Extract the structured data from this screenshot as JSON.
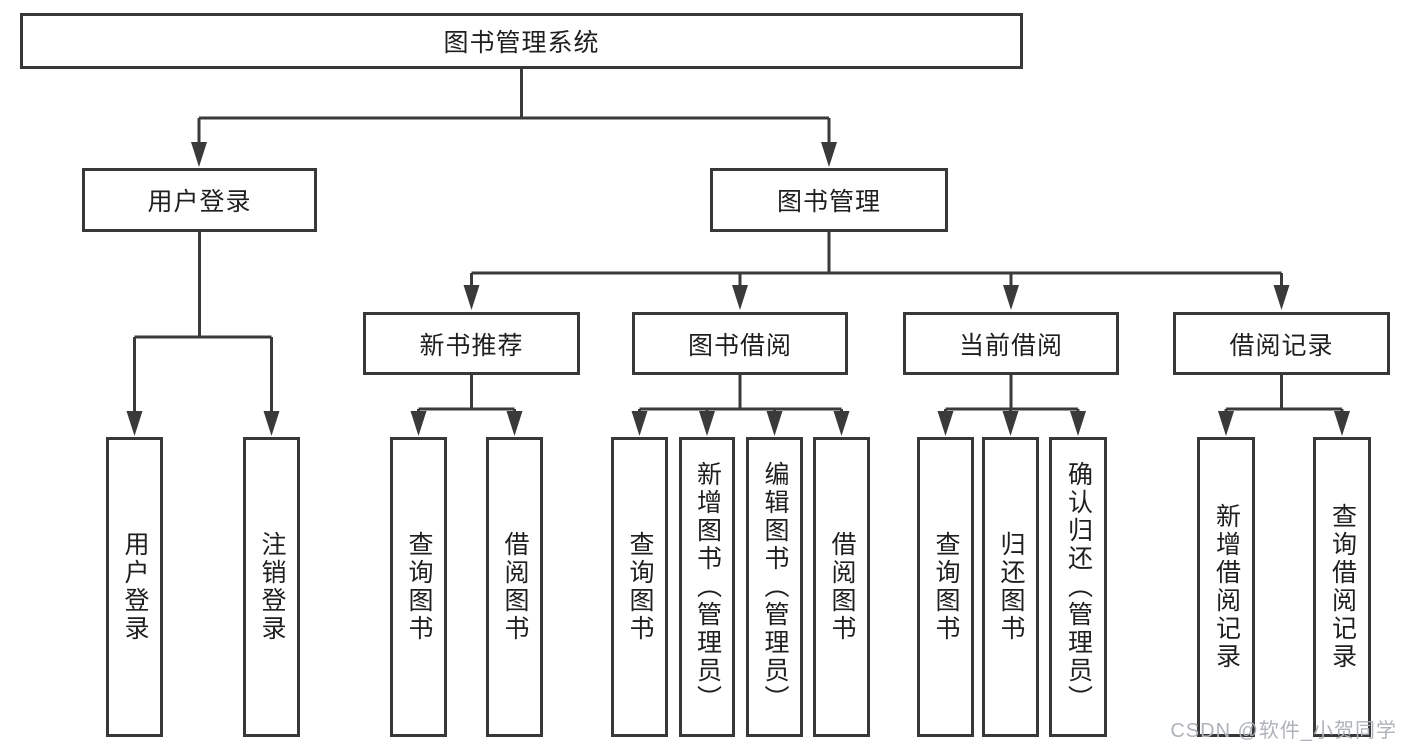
{
  "diagram": {
    "root": {
      "label": "图书管理系统"
    },
    "children": [
      {
        "label": "用户登录",
        "children": [
          {
            "label": "用户登录"
          },
          {
            "label": "注销登录"
          }
        ]
      },
      {
        "label": "图书管理",
        "children": [
          {
            "label": "新书推荐",
            "children": [
              {
                "label": "查询图书"
              },
              {
                "label": "借阅图书"
              }
            ]
          },
          {
            "label": "图书借阅",
            "children": [
              {
                "label": "查询图书"
              },
              {
                "label": "新增图书（管理员）"
              },
              {
                "label": "编辑图书（管理员）"
              },
              {
                "label": "借阅图书"
              }
            ]
          },
          {
            "label": "当前借阅",
            "children": [
              {
                "label": "查询图书"
              },
              {
                "label": "归还图书"
              },
              {
                "label": "确认归还（管理员）"
              }
            ]
          },
          {
            "label": "借阅记录",
            "children": [
              {
                "label": "新增借阅记录"
              },
              {
                "label": "查询借阅记录"
              }
            ]
          }
        ]
      }
    ]
  },
  "watermark": {
    "text": "CSDN @软件_小贺同学"
  },
  "colors": {
    "line": "#3a3a3a",
    "border": "#383838",
    "text": "#1f1f1f",
    "watermark": "#aeb3ba",
    "background": "#ffffff"
  }
}
